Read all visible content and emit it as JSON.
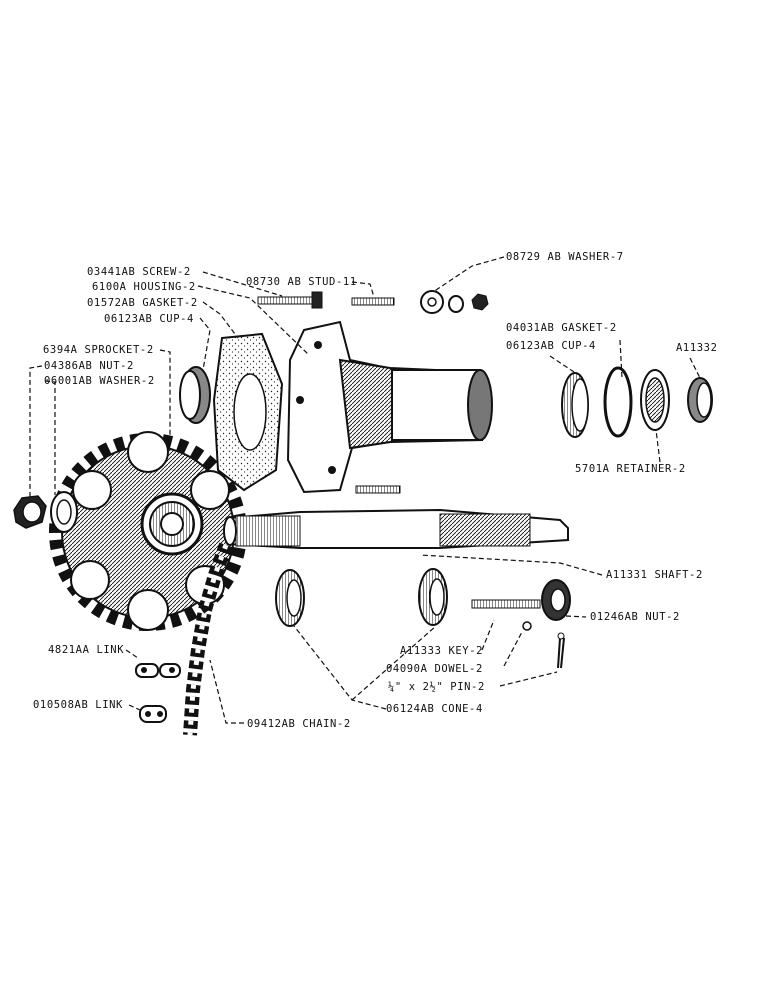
{
  "labels": {
    "screw": "03441AB SCREW-2",
    "housing": "6100A HOUSING-2",
    "gasket_left": "01572AB GASKET-2",
    "cup_left": "06123AB CUP-4",
    "sprocket": "6394A SPROCKET-2",
    "nut_left": "04386AB NUT-2",
    "washer_left": "06001AB WASHER-2",
    "stud": "08730 AB STUD-11",
    "washer_top": "08729 AB WASHER-7",
    "gasket_right": "04031AB GASKET-2",
    "cup_right": "06123AB CUP-4",
    "seal": "A11332",
    "retainer": "5701A RETAINER-2",
    "shaft": "A11331 SHAFT-2",
    "nut_right": "01246AB NUT-2",
    "key": "A11333 KEY-2",
    "dowel": "04090A DOWEL-2",
    "pin": "¼\" x 2½\" PIN-2",
    "cone": "06124AB CONE-4",
    "link_a": "4821AA LINK",
    "link_b": "010508AB LINK",
    "chain": "09412AB CHAIN-2"
  }
}
